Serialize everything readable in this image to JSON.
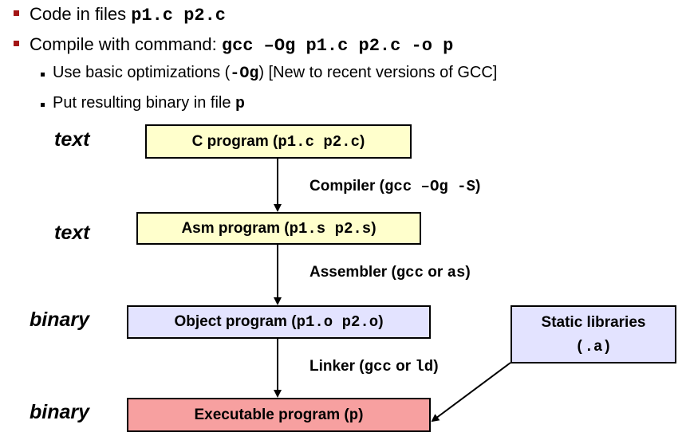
{
  "bullets": {
    "b1": {
      "text": "Code in files ",
      "code": "p1.c p2.c"
    },
    "b2": {
      "text": "Compile with command: ",
      "code": "gcc –Og p1.c p2.c -o p"
    },
    "b2a": {
      "text_before": "Use basic optimizations (",
      "code": "-Og",
      "text_after": ") [New to recent versions of GCC]"
    },
    "b2b": {
      "text": "Put resulting binary in file ",
      "code": "p"
    }
  },
  "stage_labels": {
    "s1": "text",
    "s2": "text",
    "s3": "binary",
    "s4": "binary"
  },
  "boxes": {
    "c_program": {
      "text": "C program (",
      "code": "p1.c p2.c",
      "close": ")"
    },
    "asm_program": {
      "text": "Asm program (",
      "code": "p1.s p2.s",
      "close": ")"
    },
    "object_program": {
      "text": "Object program (",
      "code": "p1.o p2.o",
      "close": ")"
    },
    "executable_program": {
      "text": "Executable program (",
      "code": "p",
      "close": ")"
    },
    "static_libraries": {
      "line1": "Static libraries",
      "line2": "(.a)"
    }
  },
  "edges": {
    "compiler": {
      "text": "Compiler (",
      "code": "gcc –Og -S",
      "close": ")"
    },
    "assembler": {
      "text1": "Assembler (",
      "code1": "gcc",
      "text2": " or ",
      "code2": "as",
      "close": ")"
    },
    "linker": {
      "text1": "Linker (",
      "code1": "gcc",
      "text2": " or ",
      "code2": "ld",
      "close": ")"
    }
  },
  "colors": {
    "bullet_level1": "#a31515",
    "bullet_level2": "#000000",
    "yellow_box": "#ffffcc",
    "purple_box": "#e3e3ff",
    "red_box": "#f7a0a0"
  }
}
